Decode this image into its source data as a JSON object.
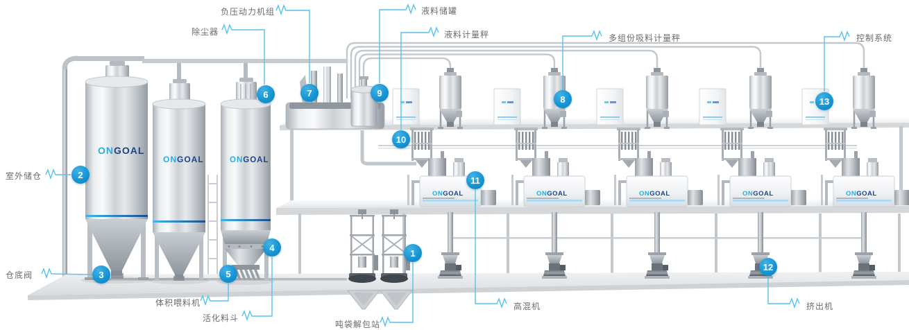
{
  "brand": {
    "prefix": "ON",
    "suffix": "GOAL"
  },
  "colors": {
    "callout_blue": "#1795d4",
    "leader_cyan": "#55c2ef",
    "brand_cyan": "#29abe2",
    "brand_navy": "#1c4386",
    "label_gray": "#6b6b6b"
  },
  "callouts": [
    {
      "num": "1",
      "label": "吨袋解包站"
    },
    {
      "num": "2",
      "label": "室外储仓"
    },
    {
      "num": "3",
      "label": "仓底阀"
    },
    {
      "num": "4",
      "label": "活化料斗"
    },
    {
      "num": "5",
      "label": "体积喂料机"
    },
    {
      "num": "6",
      "label": "除尘器"
    },
    {
      "num": "7",
      "label": "负压动力机组"
    },
    {
      "num": "8",
      "label": "多组份吸料计量秤"
    },
    {
      "num": "9",
      "label": "液料储罐"
    },
    {
      "num": "10",
      "label": "液料计量秤"
    },
    {
      "num": "11",
      "label": "高混机"
    },
    {
      "num": "12",
      "label": "挤出机"
    },
    {
      "num": "13",
      "label": "控制系统"
    }
  ]
}
